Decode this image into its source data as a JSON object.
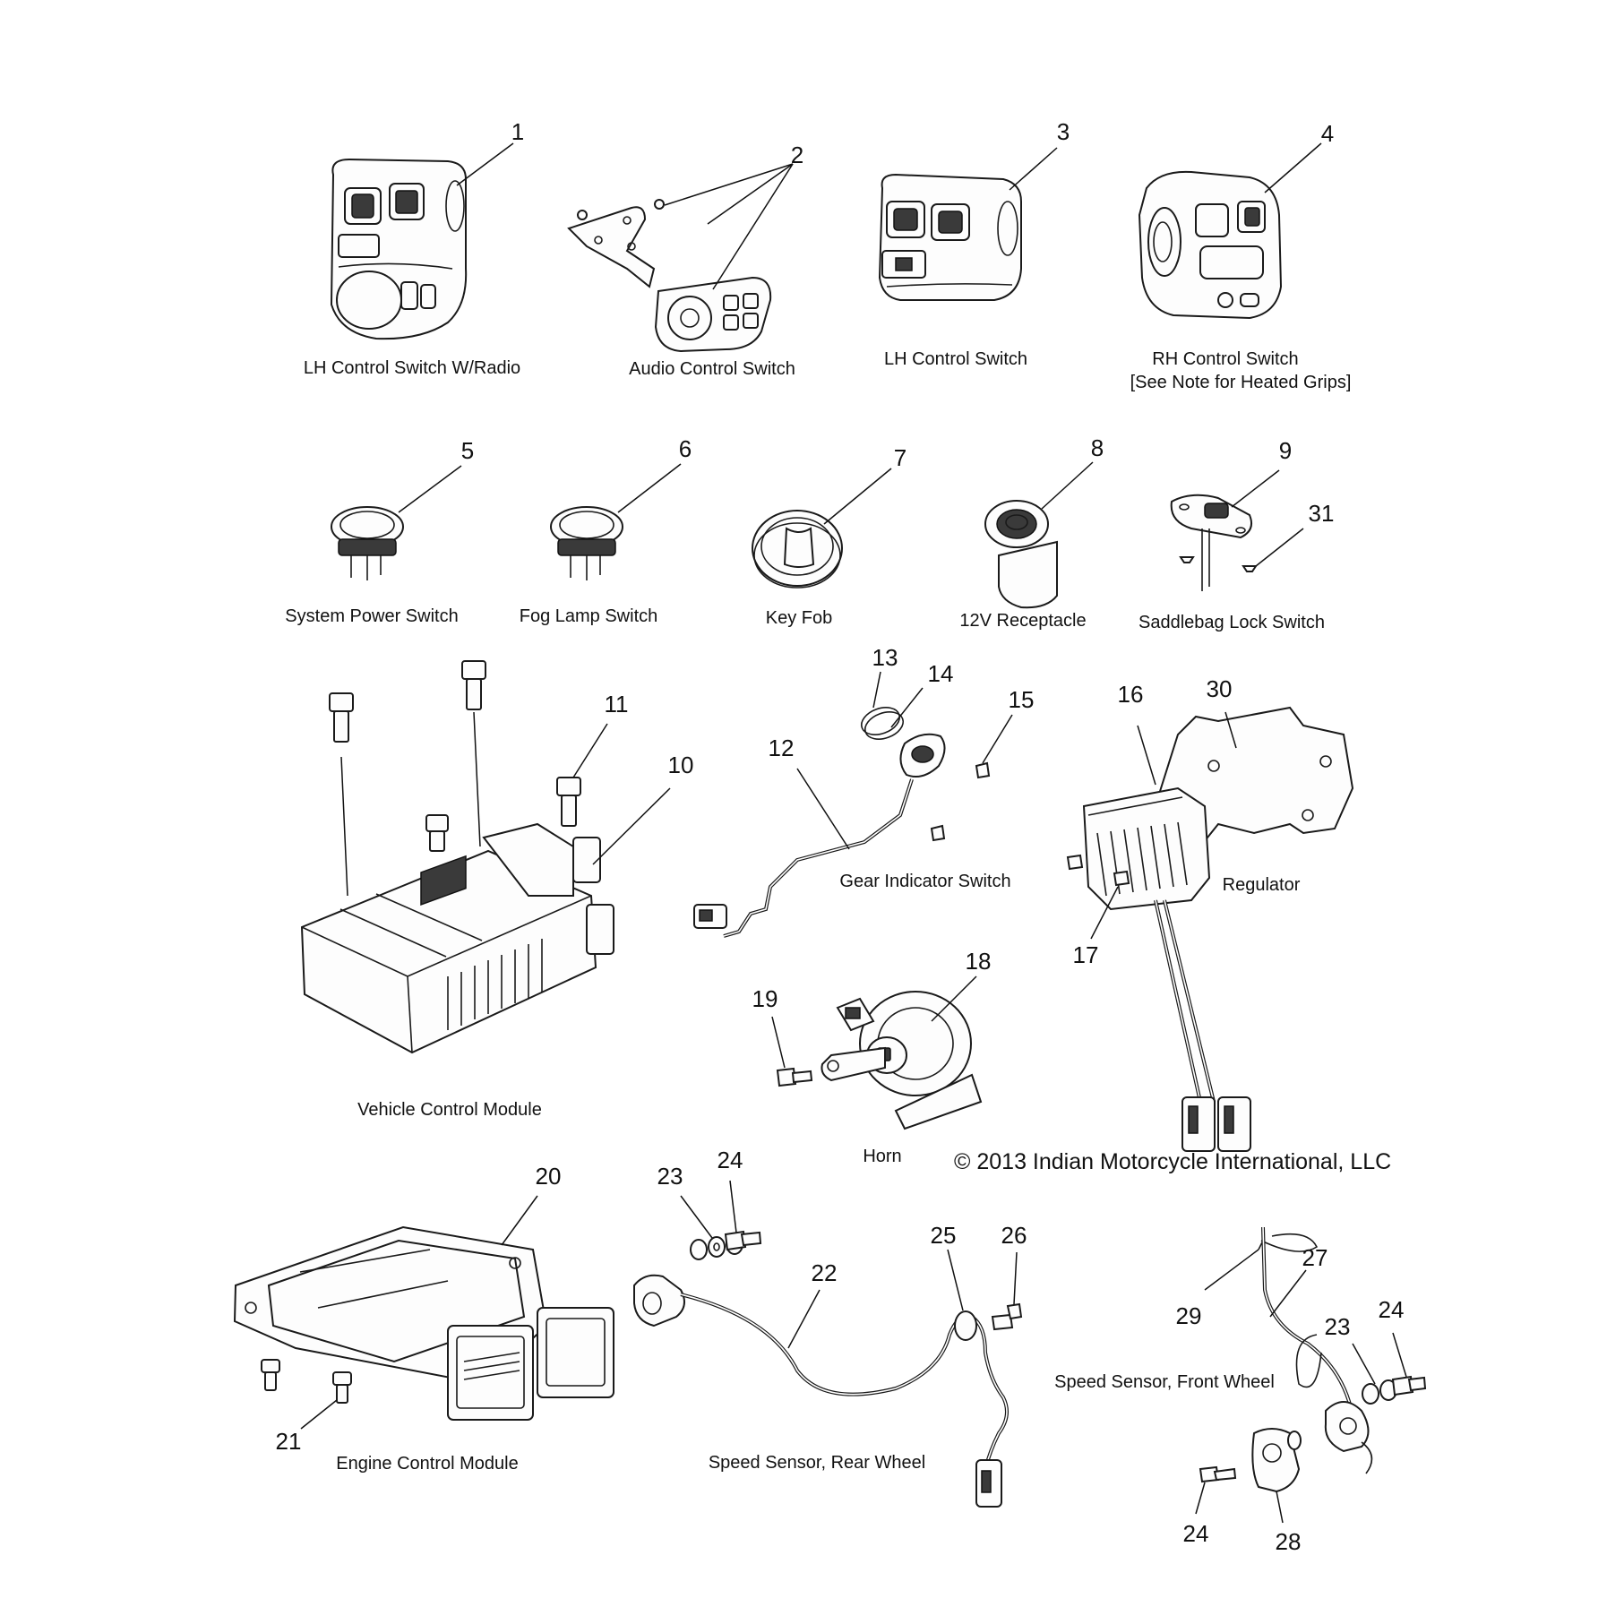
{
  "callouts": [
    "1",
    "2",
    "3",
    "4",
    "5",
    "6",
    "7",
    "8",
    "9",
    "10",
    "11",
    "12",
    "13",
    "14",
    "15",
    "16",
    "17",
    "18",
    "19",
    "20",
    "21",
    "22",
    "23",
    "24",
    "25",
    "26",
    "27",
    "28",
    "29",
    "30",
    "31",
    "23",
    "24",
    "24"
  ],
  "captions": {
    "lh_control_switch_radio": "LH Control Switch W/Radio",
    "audio_control_switch": "Audio Control Switch",
    "lh_control_switch": "LH Control Switch",
    "rh_control_switch": "RH Control Switch",
    "rh_control_switch_note": "[See Note for Heated Grips]",
    "system_power_switch": "System Power Switch",
    "fog_lamp_switch": "Fog Lamp Switch",
    "key_fob": "Key Fob",
    "receptacle_12v": "12V Receptacle",
    "saddlebag_lock_switch": "Saddlebag Lock Switch",
    "vehicle_control_module": "Vehicle Control Module",
    "gear_indicator_switch": "Gear Indicator Switch",
    "regulator": "Regulator",
    "horn": "Horn",
    "engine_control_module": "Engine Control Module",
    "speed_sensor_rear": "Speed Sensor, Rear Wheel",
    "speed_sensor_front": "Speed Sensor, Front Wheel"
  },
  "copyright": "© 2013 Indian Motorcycle International, LLC",
  "colors": {
    "line": "#1a1a1a",
    "background": "#ffffff"
  }
}
